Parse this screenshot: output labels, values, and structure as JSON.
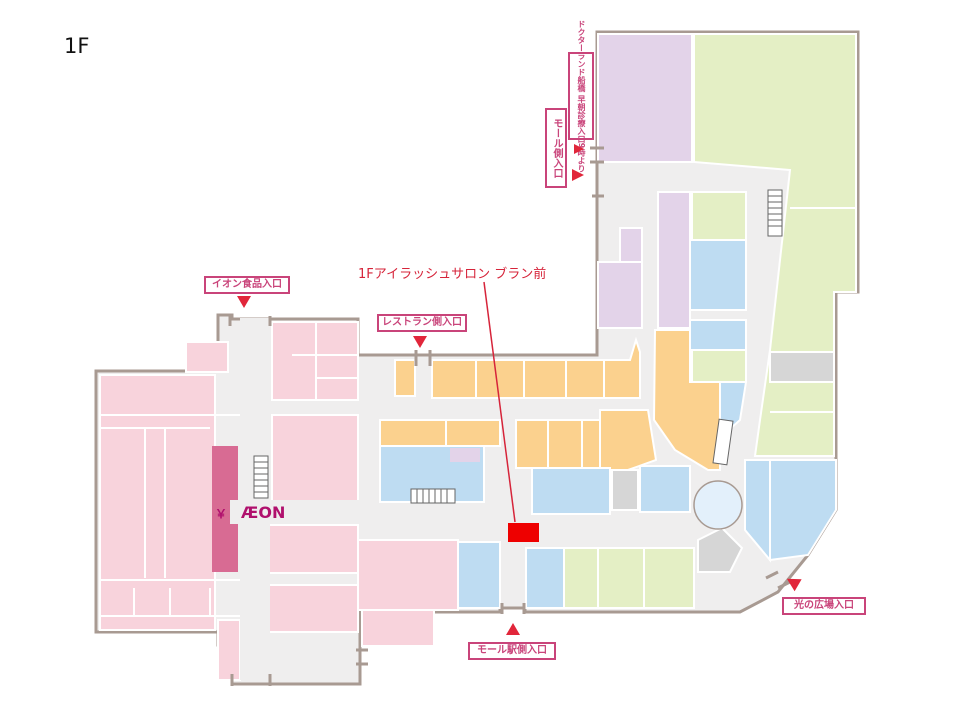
{
  "floor_label": "1F",
  "callout": "1Fアイラッシュサロン ブラン前",
  "logo": {
    "yen": "￥",
    "brand": "ÆON"
  },
  "entrances": {
    "doctor_land": "ドクターランド船橋 早朝診療入口9時より",
    "mall_side": "モール側入口",
    "aeon_food": "イオン食品入口",
    "restaurant_side": "レストラン側入口",
    "mall_station": "モール駅側入口",
    "hikari_plaza": "光の広場入口"
  },
  "colors": {
    "aeon_pink": "#f8d3dc",
    "aeon_core": "#d86b93",
    "restaurant_orange": "#fbd18e",
    "fashion_blue": "#bedcf2",
    "lavender": "#e3d3e9",
    "green": "#e4efc5",
    "gray": "#d6d6d6",
    "corridor": "#efeeee",
    "wall": "#a89a92",
    "marker_red": "#ee0000",
    "arrow_red": "#e1263a",
    "label_pink": "#c9447a"
  },
  "icons": [
    "escalator-icon",
    "entrance-arrow-icon",
    "location-pin-icon"
  ]
}
